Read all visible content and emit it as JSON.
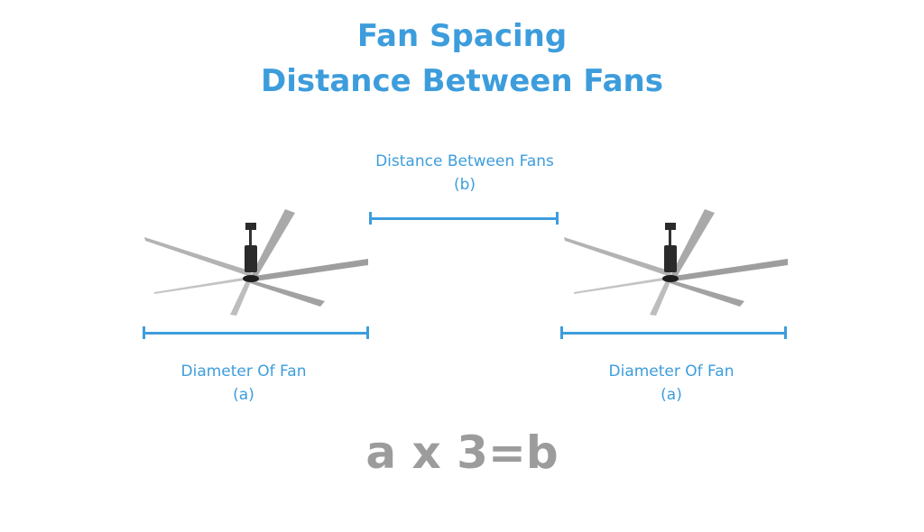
{
  "title": {
    "line1": "Fan Spacing",
    "line2": "Distance Between Fans"
  },
  "labels": {
    "between": {
      "text": "Distance Between Fans",
      "sub": "(b)"
    },
    "left": {
      "text": "Diameter Of Fan",
      "sub": "(a)"
    },
    "right": {
      "text": "Diameter Of Fan",
      "sub": "(a)"
    }
  },
  "formula": "a x 3=b",
  "colors": {
    "accent": "#3d9ddc",
    "formula": "#9c9c9c",
    "fan_blade": "#a7a7a7",
    "fan_motor": "#2b2b2b"
  },
  "icons": {
    "fan": "ceiling-fan-icon"
  }
}
